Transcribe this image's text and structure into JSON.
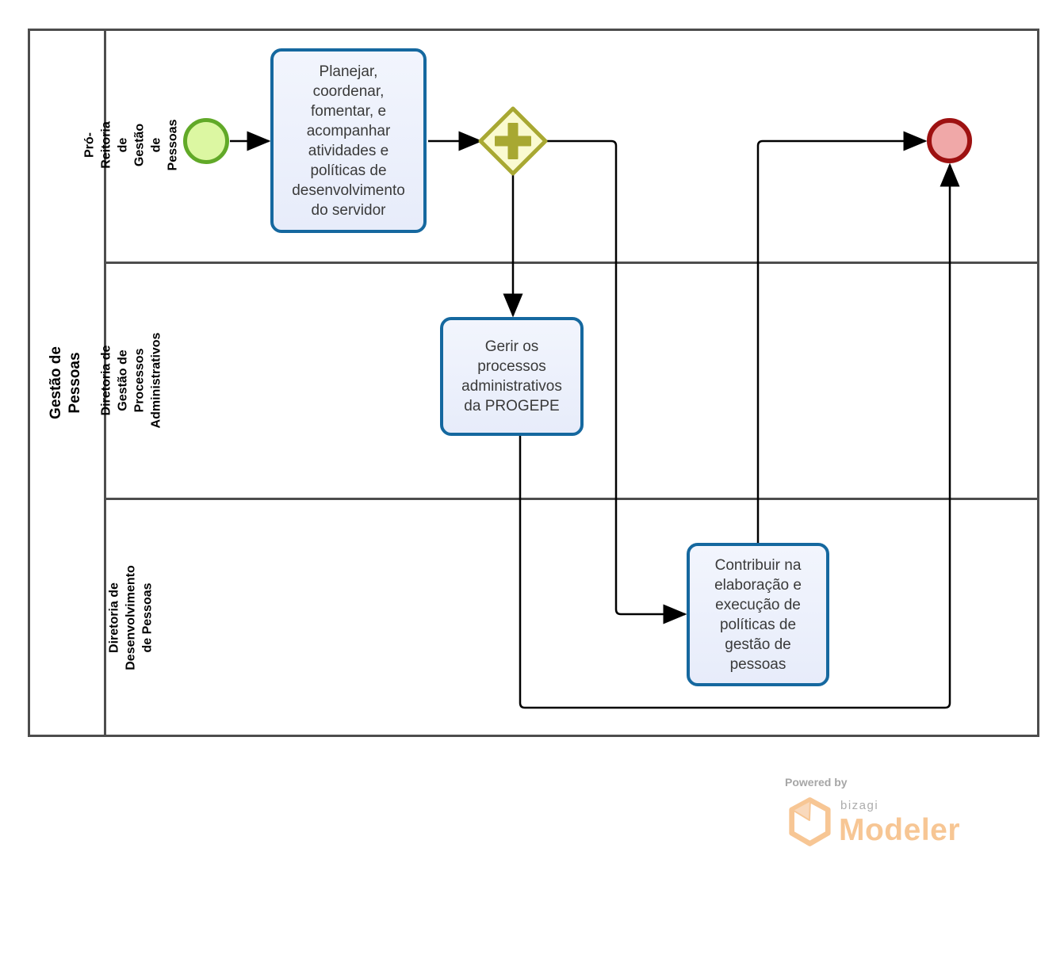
{
  "pool": {
    "title": "Gestão de Pessoas",
    "lanes": [
      {
        "label": "Pró-Reitoria de Gestão de\nPessoas"
      },
      {
        "label": "Diretoria de Gestão de\nProcessos Administrativos"
      },
      {
        "label": "Diretoria de Desenvolvimento\nde Pessoas"
      }
    ]
  },
  "nodes": {
    "start_event": {
      "kind": "start-event"
    },
    "task_planejar": {
      "label": "Planejar,\ncoordenar,\nfomentar, e\nacompanhar\natividades e\npolíticas de\ndesenvolvimento\ndo servidor"
    },
    "gateway_parallel": {
      "kind": "parallel-gateway",
      "icon": "plus-icon"
    },
    "task_gerir": {
      "label": "Gerir os\nprocessos\nadministrativos\nda PROGEPE"
    },
    "task_contribuir": {
      "label": "Contribuir na\nelaboração e\nexecução de\npolíticas de\ngestão de\npessoas"
    },
    "end_event": {
      "kind": "end-event"
    }
  },
  "colors": {
    "task_border": "#15689f",
    "task_fill": "#e9edfb",
    "gateway_border": "#a8a832",
    "gateway_fill": "#fafad0",
    "start_border": "#61a928",
    "start_fill": "#dcf7a2",
    "end_border": "#9e1111",
    "end_fill": "#f0a8a8",
    "flow_line": "#000000",
    "frame": "#4d4d4d",
    "brand_orange": "#f7c694",
    "brand_gray": "#acacac"
  },
  "footer": {
    "powered_by": "Powered by",
    "brand": "bizagi",
    "product": "Modeler"
  }
}
